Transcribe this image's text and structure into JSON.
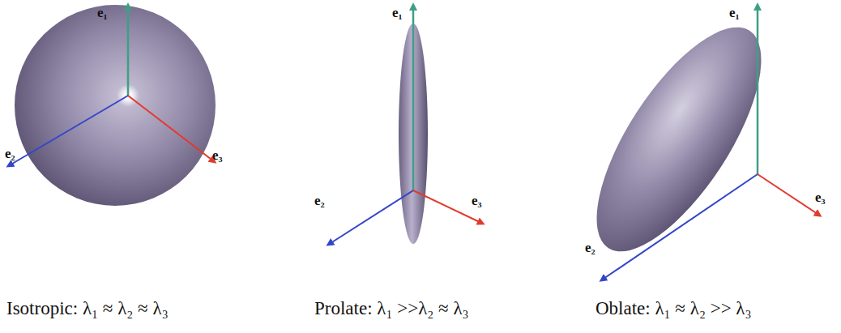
{
  "diagram": {
    "labels": [
      "e₁",
      "e₂",
      "e₃",
      "e₁",
      "e₂",
      "e₃",
      "e₁",
      "e₂",
      "e₃",
      "Isotropic: λ₁ ≈ λ₂ ≈ λ₃",
      "Prolate: λ₁ >>λ₂ ≈ λ₃",
      "Oblate: λ₁ ≈ λ₂ >> λ₃"
    ]
  }
}
